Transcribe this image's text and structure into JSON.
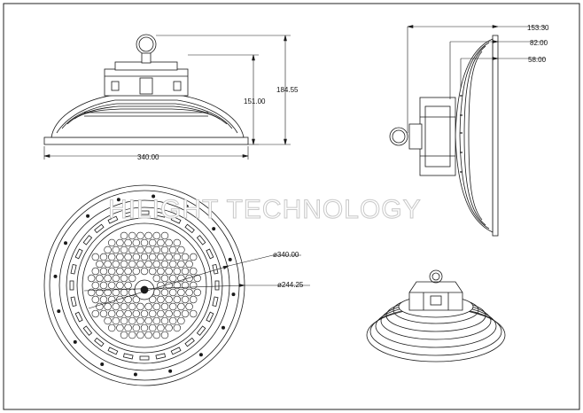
{
  "watermark": "HILIGHT TECHNOLOGY",
  "front_view": {
    "width_label": "340.00",
    "height_inner_label": "151.00",
    "height_total_label": "184.55"
  },
  "side_view": {
    "dim1_label": "153.30",
    "dim2_label": "82.00",
    "dim3_label": "58.00"
  },
  "top_view": {
    "outer_diameter_label": "ø340.00",
    "inner_diameter_label": "ø244.25"
  },
  "colors": {
    "line": "#1a1a1a",
    "watermark_stroke": "#c8c8c8",
    "border": "#222222"
  }
}
